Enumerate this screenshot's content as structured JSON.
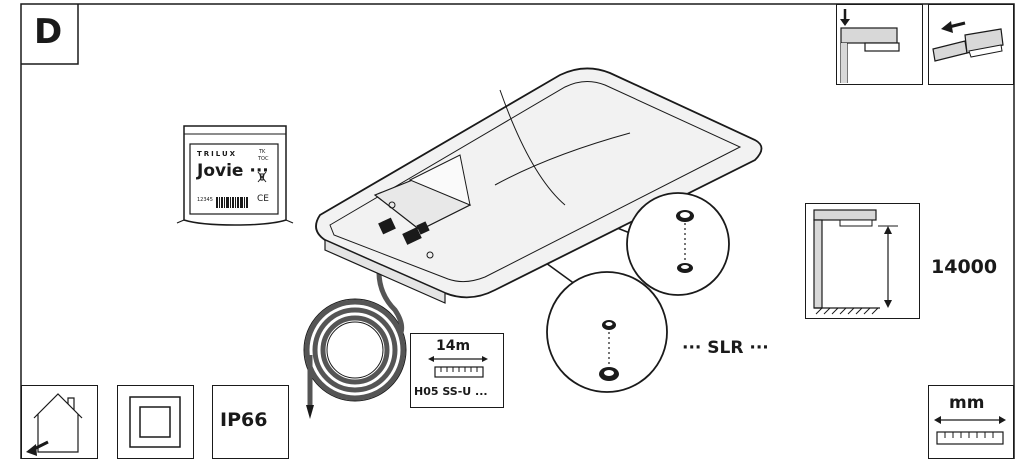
{
  "panel_letter": "D",
  "label": {
    "brand": "TRILUX",
    "tk": "TK",
    "toc": "TOC",
    "product": "Jovie ···",
    "number": "12345",
    "ce_mark": "CE"
  },
  "cable": {
    "length": "14m",
    "type": "H05 SS-U ..."
  },
  "mounting_height": "14000",
  "slr_label": "··· SLR ···",
  "ip_rating": "IP66",
  "unit": "mm",
  "icons": [
    "ceiling-mount-icon",
    "side-mount-icon",
    "indoor-icon",
    "protection-class-2-icon",
    "ruler-icon",
    "wall-height-icon"
  ],
  "colors": {
    "line": "#1a1a1a",
    "fixture_fill": "#f2f2f2",
    "cable": "#555555"
  }
}
